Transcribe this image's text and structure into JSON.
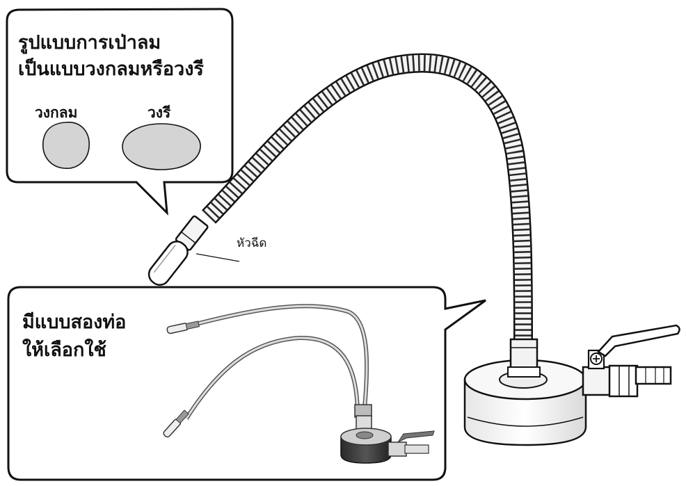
{
  "callout_top": {
    "line1": "รูปแบบการเป่าลม",
    "line2": "เป็นแบบวงกลมหรือวงรี",
    "shape_round_label": "วงกลม",
    "shape_oval_label": "วงรี"
  },
  "nozzle_label": "หัวฉีด",
  "callout_bottom": {
    "line1": "มีแบบสองท่อ",
    "line2": "ให้เลือกใช้"
  },
  "colors": {
    "outline": "#111111",
    "shape_fill": "#d4d4d4",
    "metal_light": "#f2f2f2",
    "metal_dark": "#3a3a3a"
  },
  "icons": [
    "flexible-hose-icon",
    "magnetic-base-icon",
    "ball-valve-icon",
    "nozzle-icon"
  ]
}
